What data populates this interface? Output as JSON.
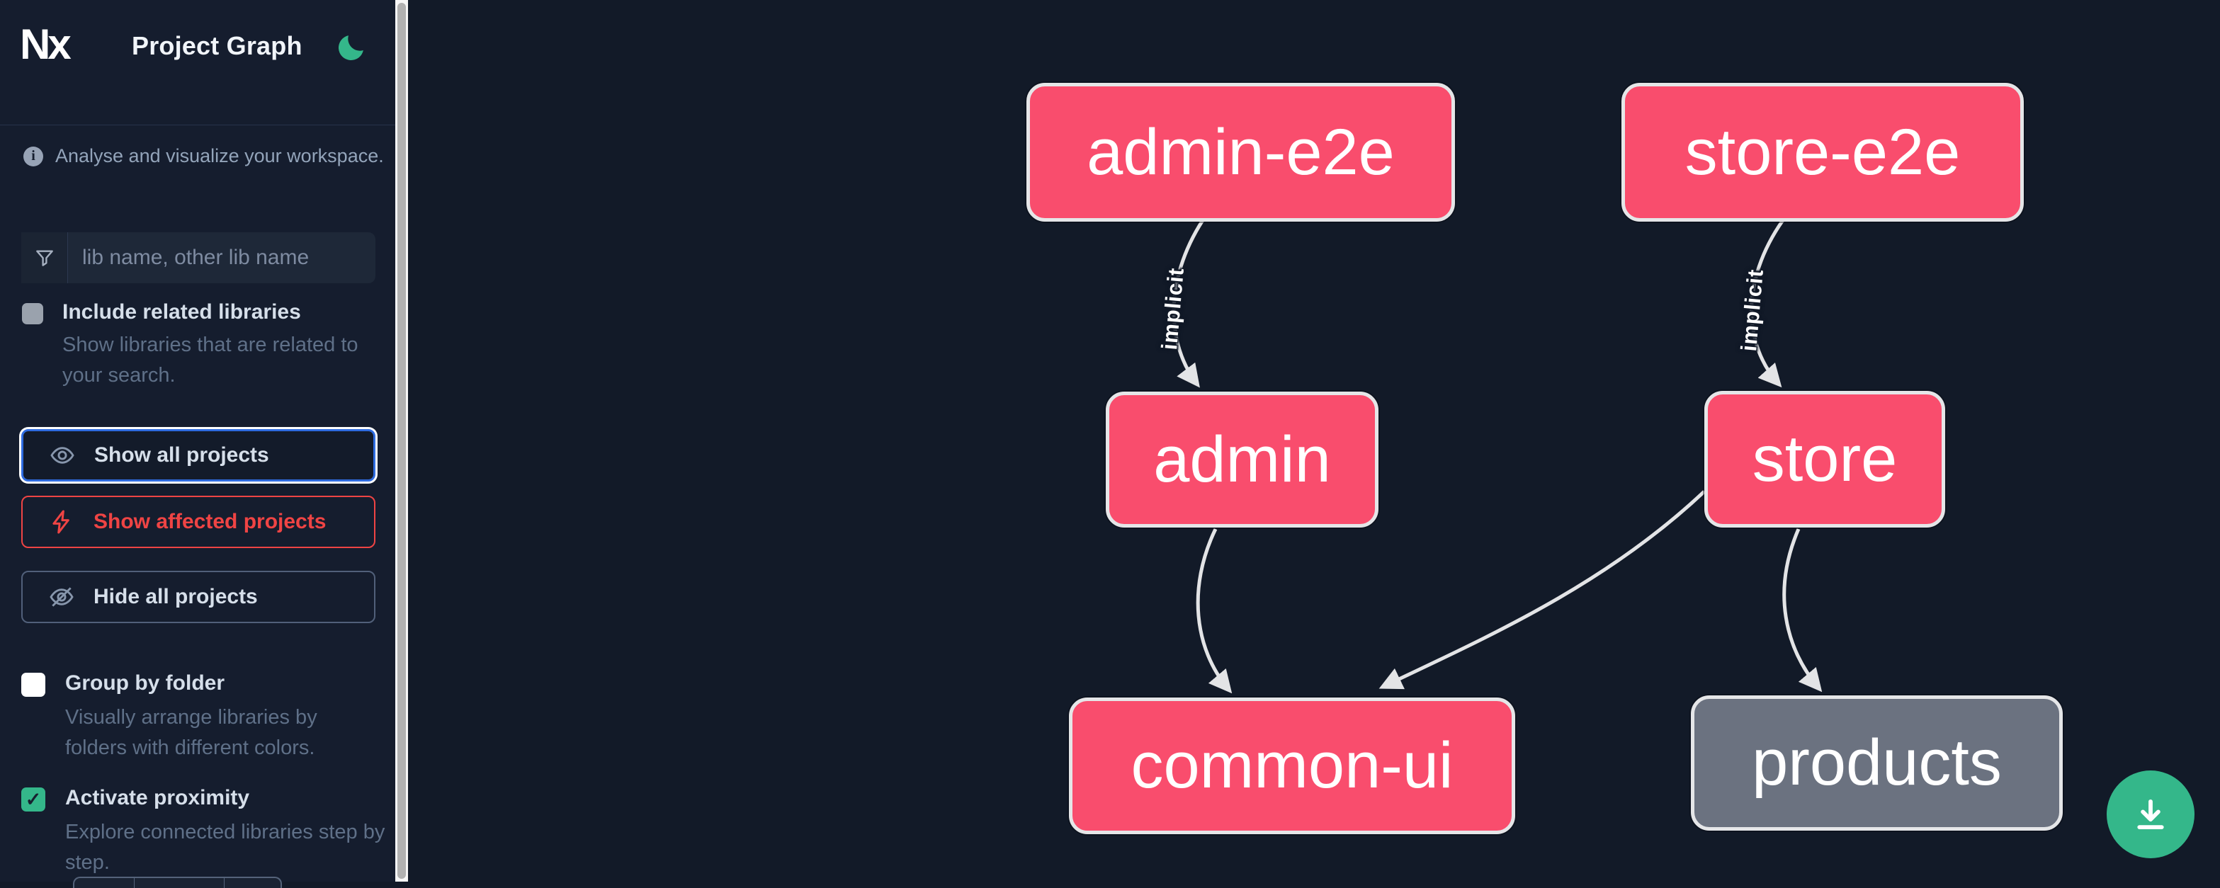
{
  "header": {
    "logo": "Nx",
    "title": "Project Graph",
    "theme_toggle_icon": "moon-icon"
  },
  "sidebar": {
    "tagline": "Analyse and visualize your workspace.",
    "search_placeholder": "lib name, other lib name",
    "include_related": {
      "label": "Include related libraries",
      "description": "Show libraries that are related to your search.",
      "checked": false
    },
    "actions": {
      "show_all": "Show all projects",
      "show_affected": "Show affected projects",
      "hide_all": "Hide all projects"
    },
    "group_by_folder": {
      "label": "Group by folder",
      "description": "Visually arrange libraries by folders with different colors.",
      "checked": false
    },
    "activate_proximity": {
      "label": "Activate proximity",
      "description": "Explore connected libraries step by step.",
      "checked": true
    }
  },
  "graph": {
    "nodes": [
      {
        "id": "admin-e2e",
        "label": "admin-e2e",
        "kind": "app"
      },
      {
        "id": "store-e2e",
        "label": "store-e2e",
        "kind": "app"
      },
      {
        "id": "admin",
        "label": "admin",
        "kind": "app"
      },
      {
        "id": "store",
        "label": "store",
        "kind": "app"
      },
      {
        "id": "common-ui",
        "label": "common-ui",
        "kind": "lib"
      },
      {
        "id": "products",
        "label": "products",
        "kind": "lib-unfocused"
      }
    ],
    "edges": [
      {
        "from": "admin-e2e",
        "to": "admin",
        "label": "implicit"
      },
      {
        "from": "store-e2e",
        "to": "store",
        "label": "implicit"
      },
      {
        "from": "admin",
        "to": "common-ui",
        "label": ""
      },
      {
        "from": "store",
        "to": "common-ui",
        "label": ""
      },
      {
        "from": "store",
        "to": "products",
        "label": ""
      }
    ]
  },
  "colors": {
    "accent_green": "#34b78a",
    "node_pink": "#f94d6d",
    "node_gray": "#6b7280",
    "focus_blue": "#2f6ce0",
    "affected_red": "#ef4444",
    "edge_gray": "#e3e4e6"
  },
  "fab": {
    "icon": "download-icon"
  }
}
